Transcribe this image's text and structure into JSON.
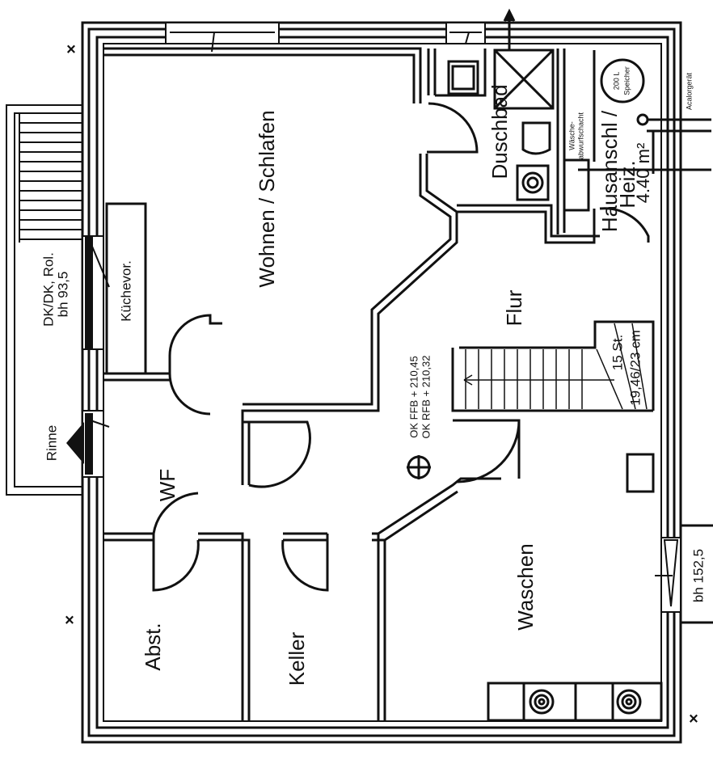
{
  "rooms": {
    "wohnen": "Wohnen / Schlafen",
    "kuechevor": "Küchevor.",
    "wf": "WF",
    "abst": "Abst.",
    "keller": "Keller",
    "waschen": "Waschen",
    "flur": "Flur",
    "duschbad": "Duschbad",
    "hausanschl_line1": "Hausanschl /",
    "hausanschl_line2": "Heiz.",
    "hausanschl_area": "4.40 m²"
  },
  "annotations": {
    "window_left_line1": "DK/DK, Rol.",
    "window_left_line2": "bh 93,5",
    "rinne": "Rinne",
    "level_ffb": "OK FFB + 210,45",
    "level_rfb": "OK RFB + 210,32",
    "stair_steps": "15 St.",
    "stair_dims": "19,46/23 cm",
    "window_right": "bh 152,5",
    "speicher_line1": "200 L",
    "speicher_line2": "Speicher",
    "acalor": "Acalorgerät",
    "waesche_line1": "Wäsche-",
    "waesche_line2": "abwurfschacht",
    "corner_mark": "×"
  },
  "colors": {
    "line": "#111111",
    "background": "#ffffff"
  }
}
